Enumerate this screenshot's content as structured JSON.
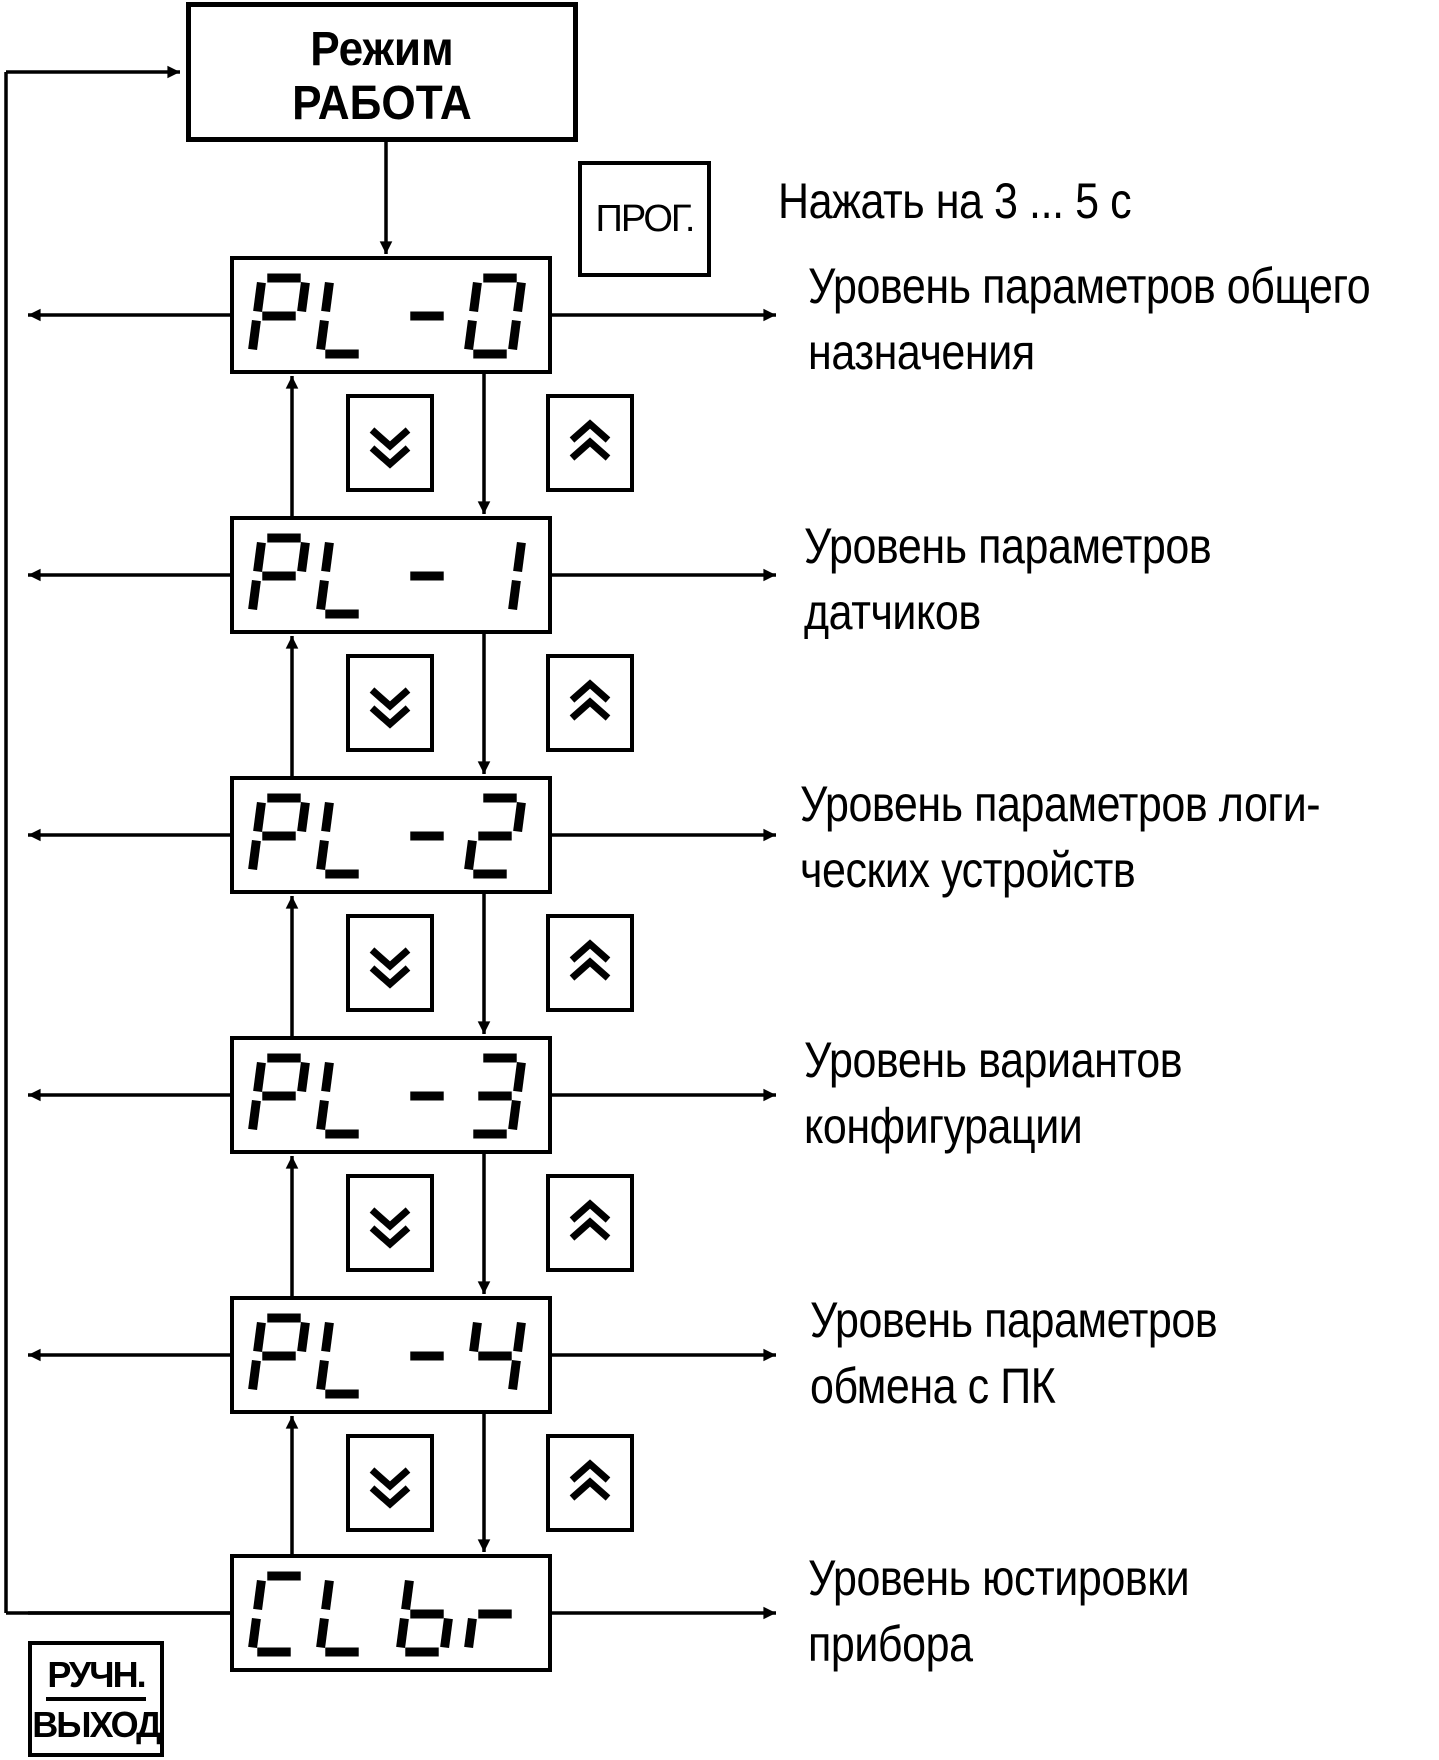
{
  "mode_box": {
    "line1": "Режим",
    "line2": "РАБОТА"
  },
  "key_prog": {
    "label": "ПРОГ.",
    "hint": "Нажать на 3 ... 5 с"
  },
  "key_exit": {
    "label_top": "РУЧН.",
    "label_bottom": "ВЫХОД"
  },
  "levels": [
    {
      "display": "PL-0",
      "desc_line1": "Уровень параметров общего",
      "desc_line2": "назначения"
    },
    {
      "display": "PL-1",
      "desc_line1": "Уровень параметров",
      "desc_line2": "датчиков"
    },
    {
      "display": "PL-2",
      "desc_line1": "Уровень параметров логи-",
      "desc_line2": "ческих устройств"
    },
    {
      "display": "PL-3",
      "desc_line1": "Уровень вариантов",
      "desc_line2": "конфигурации"
    },
    {
      "display": "PL-4",
      "desc_line1": "Уровень параметров",
      "desc_line2": "обмена с ПК"
    },
    {
      "display": "CLbr",
      "desc_line1": "Уровень юстировки",
      "desc_line2": "прибора"
    }
  ],
  "nav_keys": {
    "down_icon": "double-chevron-down-icon",
    "up_icon": "double-chevron-up-icon"
  }
}
